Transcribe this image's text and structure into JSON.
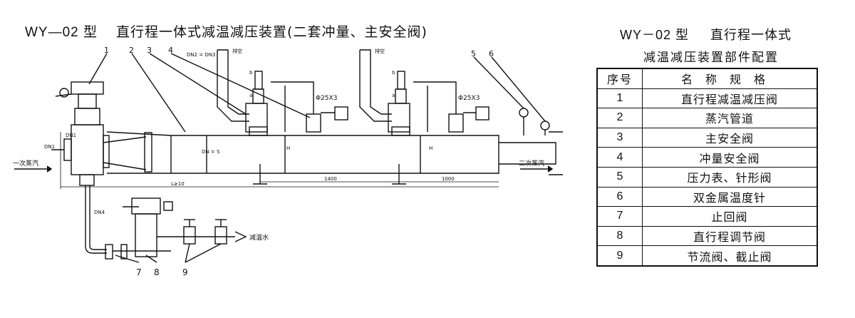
{
  "diagram": {
    "model": "WY—02 型",
    "title": "直行程一体式减温减压装置(二套冲量、主安全阀)",
    "callouts": [
      "1",
      "2",
      "3",
      "4",
      "5",
      "6",
      "7",
      "8",
      "9"
    ],
    "labels": {
      "primary_steam": "一次蒸汽",
      "secondary_steam": "二次蒸汽",
      "desuperheat_water": "减温水",
      "vent_1": "排空",
      "vent_2": "排空",
      "pipe_spec_1": "Φ25X3",
      "pipe_spec_2": "Φ25X3",
      "dn_pair": "DN2 = DN3",
      "dn1_left": "DN1",
      "dn1_mid": "DN1",
      "dn4": "DN4",
      "l_total": "L≥10",
      "dim_1400": "1400",
      "dim_1000": "1000",
      "dn_s": "DN = S",
      "b_1": "b",
      "b_2": "b",
      "a_1": "a",
      "a_2": "a",
      "h_1": "H",
      "h_2": "H"
    }
  },
  "parts_table": {
    "model": "WY－02 型",
    "title_line1": "直行程一体式",
    "title_line2": "减温减压装置部件配置",
    "headers": [
      "序号",
      "名称规格"
    ],
    "rows": [
      {
        "no": "1",
        "name": "直行程减温减压阀"
      },
      {
        "no": "2",
        "name": "蒸汽管道"
      },
      {
        "no": "3",
        "name": "主安全阀"
      },
      {
        "no": "4",
        "name": "冲量安全阀"
      },
      {
        "no": "5",
        "name": "压力表、针形阀"
      },
      {
        "no": "6",
        "name": "双金属温度针"
      },
      {
        "no": "7",
        "name": "止回阀"
      },
      {
        "no": "8",
        "name": "直行程调节阀"
      },
      {
        "no": "9",
        "name": "节流阀、截止阀"
      }
    ]
  }
}
